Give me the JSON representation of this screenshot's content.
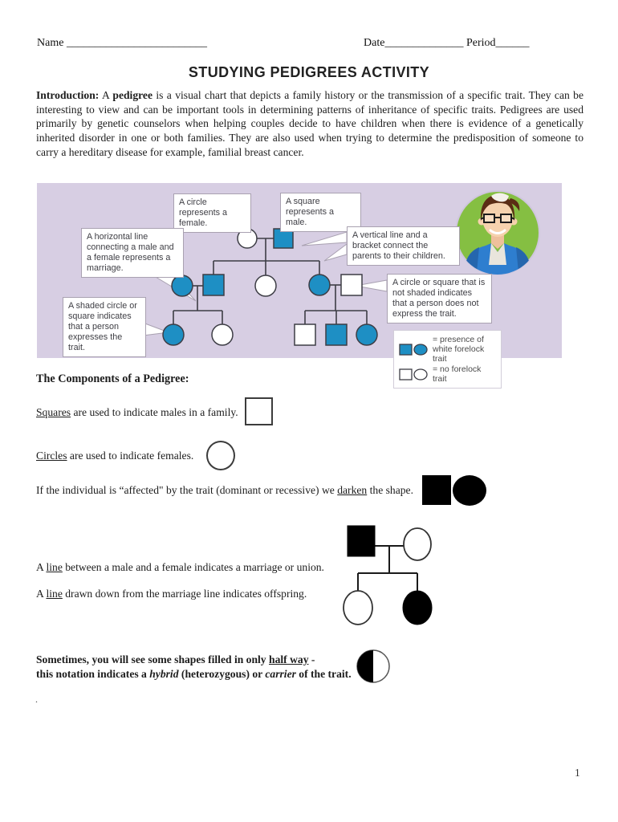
{
  "header": {
    "name_label": "Name ",
    "name_blank": "_________________________",
    "date_label": "Date",
    "date_blank": "______________",
    "period_label": " Period",
    "period_blank": "______"
  },
  "title": "STUDYING PEDIGREES ACTIVITY",
  "intro": {
    "lead": "Introduction:",
    "pre": "  A ",
    "bold": "pedigree",
    "body": " is a visual chart that depicts a family history or the transmission of a specific trait.  They can be interesting to view and can be important tools in determining patterns of inheritance of specific traits.  Pedigrees are used primarily by genetic counselors when helping couples decide to have children when there is evidence of a genetically inherited disorder in one or both families.  They are also used when trying to determine the predisposition of someone to carry a hereditary disease for example, familial breast cancer."
  },
  "figure": {
    "callouts": {
      "circle_female": "A circle represents a female.",
      "square_male": "A square represents a male.",
      "horizontal_line": "A horizontal line connecting a male and a female represents a marriage.",
      "vertical_line": "A vertical line and a bracket connect the parents to their children.",
      "shaded": "A shaded circle or square indicates that a person expresses the trait.",
      "not_shaded": "A circle or square that is not shaded indicates that a person does not express the trait."
    },
    "legend": {
      "affected": "= presence of white forelock trait",
      "unaffected": "= no forelock trait"
    },
    "colors": {
      "panel_bg": "#d7cee3",
      "trait_blue": "#1e8fc4",
      "avatar_green": "#85bf42"
    }
  },
  "components": {
    "heading": "The Components of a Pedigree:",
    "squares": {
      "underlined": "Squares",
      "rest": " are used to indicate males in a family."
    },
    "circles": {
      "underlined": "Circles",
      "rest": " are used to indicate females."
    },
    "darken": {
      "before": "If the individual is “affected\" by the trait (dominant or recessive) we ",
      "underlined": "darken",
      "rest": " the shape."
    },
    "marriage": {
      "pre": "A ",
      "underlined": "line",
      "rest": " between a male and a female indicates a marriage or union."
    },
    "offspring": {
      "pre": "A ",
      "underlined": "line",
      "rest": " drawn down from the marriage line indicates offspring."
    },
    "halfway": {
      "line1_before": "Sometimes, you will see some shapes filled in only ",
      "line1_underlined": "half way",
      "line1_after": " -",
      "line2_before": "this notation indicates a ",
      "line2_italic1": "hybrid",
      "line2_mid": " (heterozygous) or ",
      "line2_italic2": "carrier",
      "line2_after": " of the trait."
    },
    "stray_dot": "."
  },
  "page_number": "1"
}
